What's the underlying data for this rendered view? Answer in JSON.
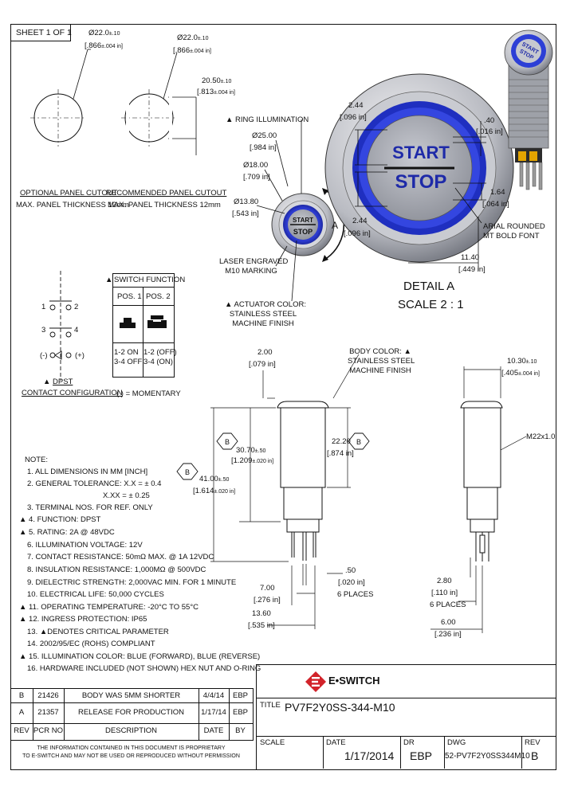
{
  "sheet_label": "SHEET 1 OF 1",
  "cutouts": {
    "left": {
      "dia_mm": "Ø22.0",
      "dia_tol": "±.10",
      "dia_in": "[.866",
      "dia_in_tol": "±.004 in]",
      "title": "OPTIONAL PANEL CUTOUT",
      "note": "MAX. PANEL THICKNESS 12mm"
    },
    "right": {
      "dia_mm": "Ø22.0",
      "dia_tol": "±.10",
      "dia_in": "[.866",
      "dia_in_tol": "±.004 in]",
      "flat_mm": "20.50",
      "flat_tol": "±.10",
      "flat_in": "[.813",
      "flat_in_tol": "±.004 in]",
      "title": "RECOMMENDED PANEL CUTOUT",
      "note": "MAX. PANEL THICKNESS 12mm"
    }
  },
  "front_view": {
    "ring_label": "RING ILLUMINATION",
    "d25": "Ø25.00",
    "d25_in": "[.984 in]",
    "d18": "Ø18.00",
    "d18_in": "[.709 in]",
    "d13": "Ø13.80",
    "d13_in": "[.543 in]",
    "laser_1": "LASER ENGRAVED",
    "laser_2": "M10 MARKING",
    "actuator_1": "ACTUATOR COLOR:",
    "actuator_2": "STAINLESS STEEL",
    "actuator_3": "MACHINE FINISH",
    "detail_callout": "A",
    "button_start": "START",
    "button_stop": "STOP"
  },
  "detail": {
    "dim_244_top": "2.44",
    "dim_244_top_in": "[.096 in]",
    "dim_244_bot": "2.44",
    "dim_244_bot_in": "[.096 in]",
    "dim_40": ".40",
    "dim_40_in": "[.016 in]",
    "dim_164": "1.64",
    "dim_164_in": "[.064 in]",
    "dim_1140": "11.40",
    "dim_1140_in": "[.449 in]",
    "font_1": "ARIAL ROUNDED",
    "font_2": "MT BOLD FONT",
    "title": "DETAIL  A",
    "scale": "SCALE 2 : 1",
    "start": "START",
    "stop": "STOP",
    "iso_text": "START STOP"
  },
  "schematic": {
    "p1": "1",
    "p2": "2",
    "p3": "3",
    "p4": "4",
    "minus": "(-)",
    "plus": "(+)",
    "label": "DPST",
    "title": "CONTACT CONFIGURATION"
  },
  "switch_table": {
    "title": "SWITCH FUNCTION",
    "pos1": "POS. 1",
    "pos2": "POS. 2",
    "pos1_state_1": "1-2 ON",
    "pos1_state_2": "3-4 OFF",
    "pos2_state_1": "1-2 (OFF)",
    "pos2_state_2": "3-4 (ON)",
    "legend": "( ) = MOMENTARY"
  },
  "side_view": {
    "dim_200": "2.00",
    "dim_200_in": "[.079 in]",
    "body_1": "BODY COLOR:",
    "body_2": "STAINLESS STEEL",
    "body_3": "MACHINE FINISH",
    "dim_3070": "30.70",
    "dim_3070_tol": "±.50",
    "dim_3070_in": "[1.209",
    "dim_3070_in_tol": "±.020 in]",
    "dim_2220": "22.20",
    "dim_2220_in": "[.874 in]",
    "dim_4100": "41.00",
    "dim_4100_tol": "±.50",
    "dim_4100_in": "[1.614",
    "dim_4100_in_tol": "±.020 in]",
    "dim_700": "7.00",
    "dim_700_in": "[.276 in]",
    "dim_1360": "13.60",
    "dim_1360_in": "[.535 in]",
    "dim_050": ".50",
    "dim_050_in": "[.020 in]",
    "dim_050_note": "6 PLACES",
    "balloon_b": "B"
  },
  "right_view": {
    "dim_1030": "10.30",
    "dim_1030_tol": "±.10",
    "dim_1030_in": "[.405",
    "dim_1030_in_tol": "±.004 in]",
    "thread": "M22x1.0",
    "dim_280": "2.80",
    "dim_280_in": "[.110 in]",
    "dim_280_note": "6 PLACES",
    "dim_600": "6.00",
    "dim_600_in": "[.236 in]"
  },
  "notes": {
    "title": "NOTE:",
    "items": [
      "1. ALL DIMENSIONS IN MM [INCH]",
      "2. GENERAL TOLERANCE: X.X = ± 0.4",
      "X.XX = ± 0.25",
      "3. TERMINAL NOS. FOR REF. ONLY",
      "4. FUNCTION: DPST",
      "5. RATING: 2A @ 48VDC",
      "6. ILLUMINATION VOLTAGE: 12V",
      "7. CONTACT RESISTANCE: 50mΩ MAX. @ 1A 12VDC",
      "8. INSULATION RESISTANCE: 1,000MΩ @ 500VDC",
      "9. DIELECTRIC STRENGTH: 2,000VAC MIN. FOR 1 MINUTE",
      "10. ELECTRICAL LIFE: 50,000 CYCLES",
      "11. OPERATING TEMPERATURE: -20°C TO 55°C",
      "12. INGRESS PROTECTION: IP65",
      "13. ▲DENOTES CRITICAL PARAMETER",
      "14. 2002/95/EC (ROHS) COMPLIANT",
      "15. ILLUMINATION COLOR: BLUE (FORWARD), BLUE (REVERSE)",
      "16. HARDWARE INCLUDED (NOT SHOWN) HEX NUT AND O-RING"
    ]
  },
  "revisions": {
    "rows": [
      {
        "rev": "B",
        "pcr": "21426",
        "desc": "BODY WAS 5MM SHORTER",
        "date": "4/4/14",
        "by": "EBP"
      },
      {
        "rev": "A",
        "pcr": "21357",
        "desc": "RELEASE FOR PRODUCTION",
        "date": "1/17/14",
        "by": "EBP"
      }
    ],
    "header": {
      "rev": "REV",
      "pcr": "PCR NO",
      "desc": "DESCRIPTION",
      "date": "DATE",
      "by": "BY"
    }
  },
  "confidential_1": "THE INFORMATION CONTAINED IN THIS DOCUMENT IS PROPRIETARY",
  "confidential_2": "TO E-SWITCH AND MAY NOT BE USED OR REPRODUCED WITHOUT PERMISSION",
  "title_block": {
    "brand": "E•SWITCH",
    "title_label": "TITLE",
    "title_value": "PV7F2Y0SS-344-M10",
    "scale_label": "SCALE",
    "scale_value": "",
    "date_label": "DATE",
    "date_value": "1/17/2014",
    "dr_label": "DR",
    "dr_value": "EBP",
    "dwg_label": "DWG",
    "dwg_value": "52-PV7F2Y0SS344M10",
    "rev_label": "REV",
    "rev_value": "B"
  },
  "colors": {
    "ring_blue": "#2d3fd6",
    "steel_light": "#d9dadf",
    "steel_dark": "#7d8089",
    "logo_red": "#d2232a"
  }
}
